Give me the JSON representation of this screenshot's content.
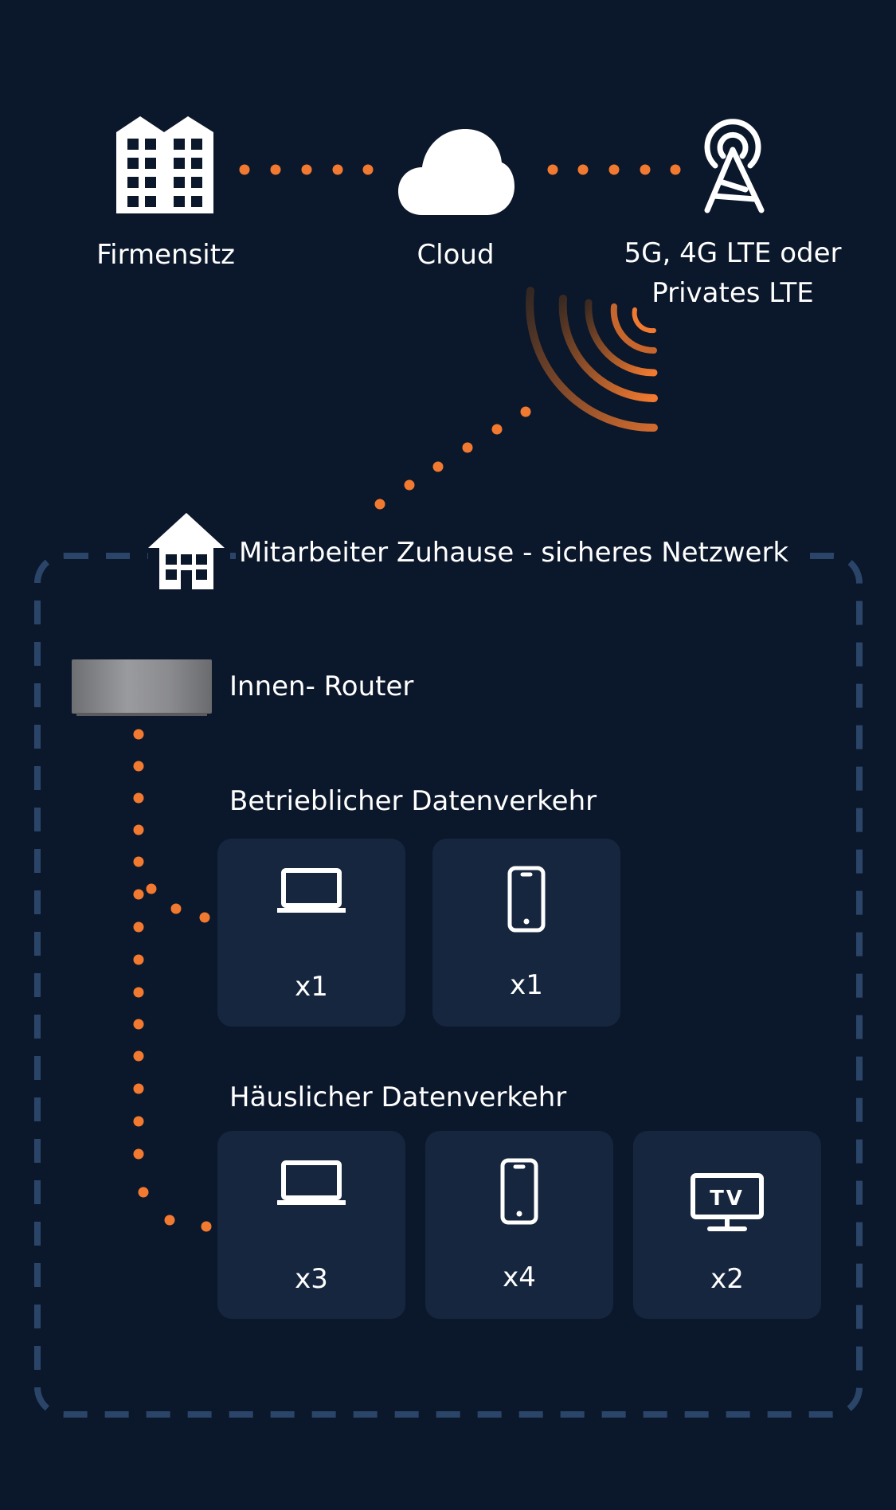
{
  "top": {
    "hq_label": "Firmensitz",
    "cloud_label": "Cloud",
    "network_label_line1": "5G, 4G LTE oder",
    "network_label_line2": "Privates LTE"
  },
  "home": {
    "title": "Mitarbeiter Zuhause - sicheres Netzwerk",
    "router_label": "Innen- Router"
  },
  "business_traffic": {
    "title": "Betrieblicher Datenverkehr",
    "devices": [
      {
        "icon": "laptop-icon",
        "count": "x1"
      },
      {
        "icon": "smartphone-icon",
        "count": "x1"
      }
    ]
  },
  "home_traffic": {
    "title": "Häuslicher Datenverkehr",
    "devices": [
      {
        "icon": "laptop-icon",
        "count": "x3"
      },
      {
        "icon": "smartphone-icon",
        "count": "x4"
      },
      {
        "icon": "tv-icon",
        "count": "x2",
        "icon_text": "TV"
      }
    ]
  },
  "colors": {
    "background": "#0b172b",
    "card": "#16263f",
    "accent": "#f27a30",
    "dashed_border": "#2b4569"
  }
}
